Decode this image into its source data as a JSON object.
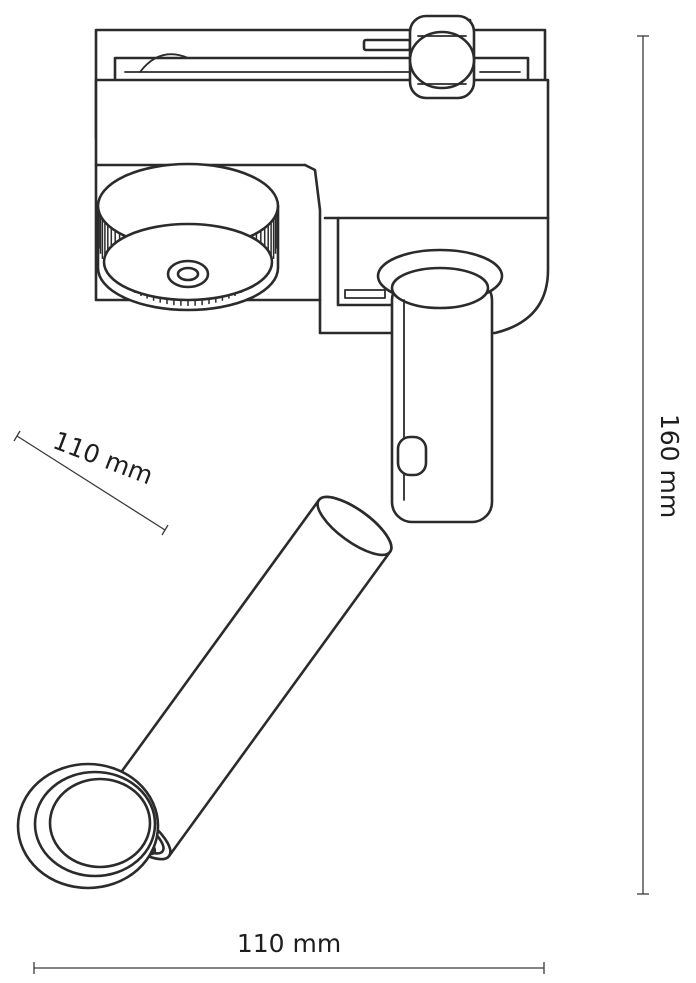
{
  "dimensions": {
    "width_label": "110 mm",
    "depth_label": "110 mm",
    "height_label": "160 mm"
  }
}
